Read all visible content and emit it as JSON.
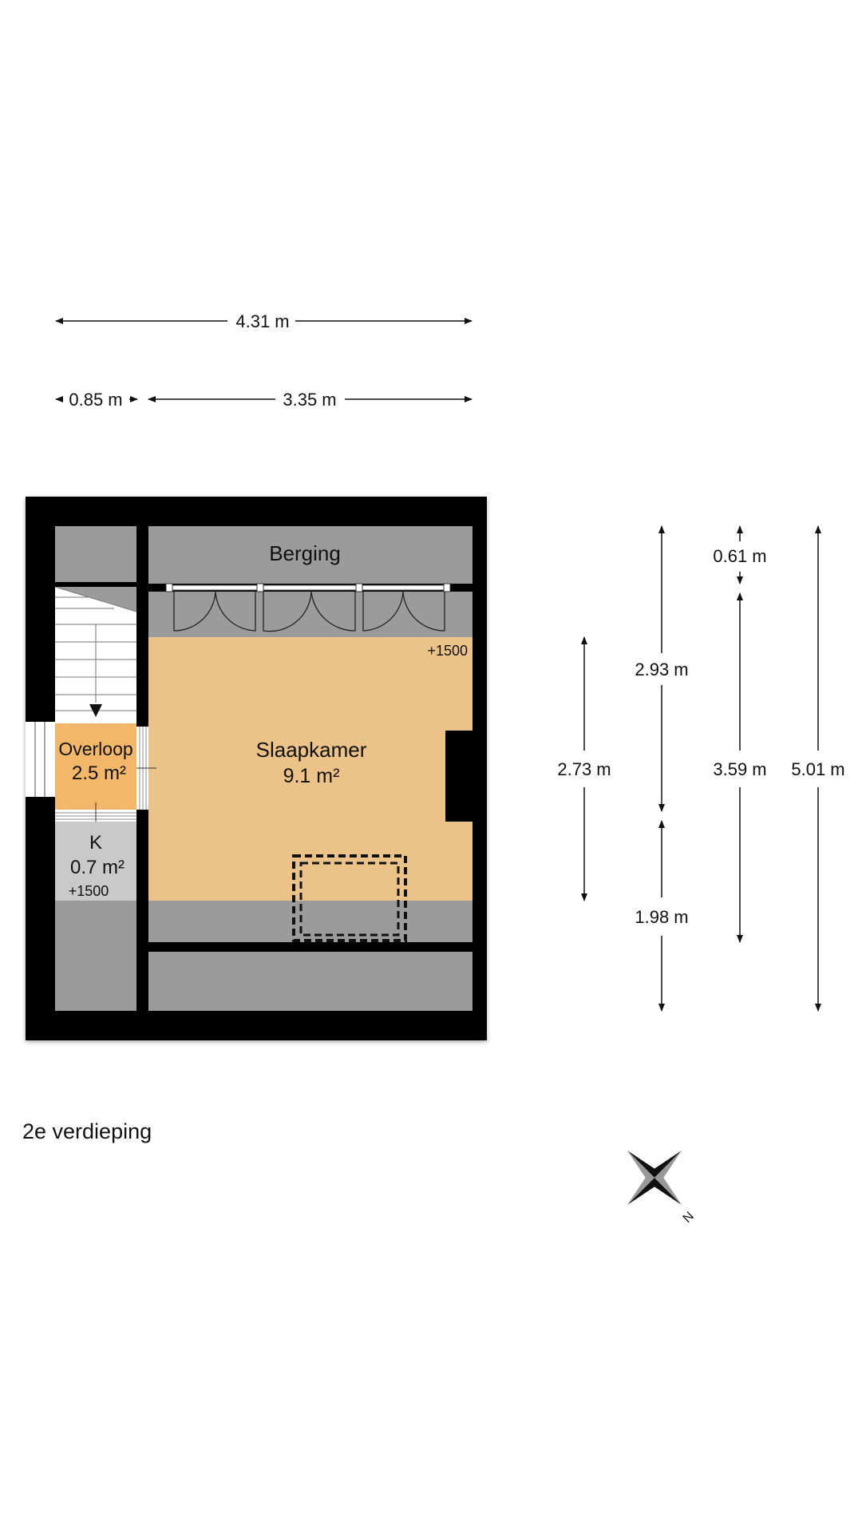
{
  "floor_name": "2e verdieping",
  "dimensions": {
    "total_width": "4.31 m",
    "left_width": "0.85 m",
    "right_width": "3.35 m",
    "slaapkamer_depth": "2.73 m",
    "upper_segment": "2.93 m",
    "lower_segment": "1.98 m",
    "berging_depth": "0.61 m",
    "middle_segment": "3.59 m",
    "total_depth": "5.01 m"
  },
  "rooms": {
    "berging": {
      "name": "Berging"
    },
    "slaapkamer": {
      "name": "Slaapkamer",
      "area": "9.1 m²",
      "level": "+1500"
    },
    "overloop": {
      "name": "Overloop",
      "area": "2.5 m²"
    },
    "kast": {
      "name": "K",
      "area": "0.7 m²",
      "level": "+1500"
    }
  },
  "compass": {
    "north_label": "N"
  },
  "colors": {
    "wall": "#000000",
    "sloped_area": "#9b9b9b",
    "slaapkamer": "#ebc287",
    "overloop": "#f3b769",
    "kast": "#c9c9c9",
    "stairs": "#ffffff"
  }
}
